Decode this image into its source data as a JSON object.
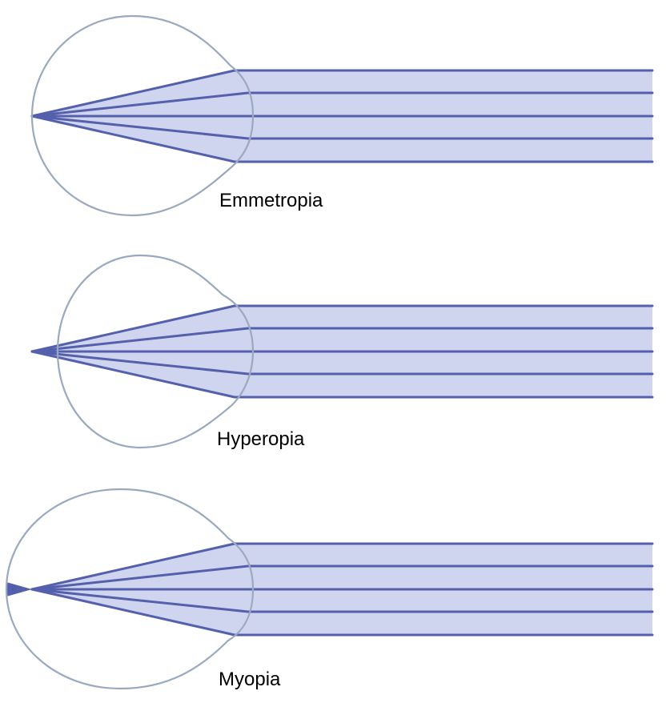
{
  "panels": [
    {
      "id": "emmetropia",
      "label": "Emmetropia",
      "focus": "on-retina"
    },
    {
      "id": "hyperopia",
      "label": "Hyperopia",
      "focus": "behind-retina"
    },
    {
      "id": "myopia",
      "label": "Myopia",
      "focus": "in-front-of-retina"
    }
  ],
  "colors": {
    "ray_line": "#5560ad",
    "ray_fill": "#cfd5ee",
    "eye_outline": "#9aa9bf",
    "text": "#000000"
  }
}
